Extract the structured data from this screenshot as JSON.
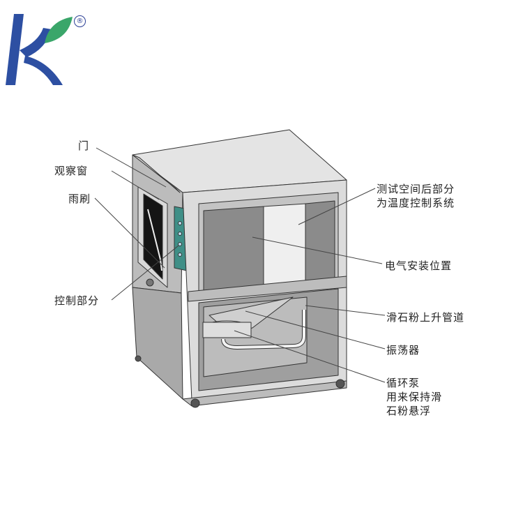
{
  "brand": {
    "letter": "K",
    "registered_mark": "®",
    "colors": {
      "letter": "#2d4fa2",
      "leaf": "#3aa66a"
    }
  },
  "callouts": {
    "door": "门",
    "window": "观察窗",
    "wiper": "雨刷",
    "control": "控制部分",
    "test_space_1": "测试空间后部分",
    "test_space_2": "为温度控制系统",
    "electrical": "电气安装位置",
    "talc_pipe": "滑石粉上升管道",
    "vibrator": "振荡器",
    "pump_1": "循环泵",
    "pump_2": "用来保持滑",
    "pump_3": "石粉悬浮"
  },
  "colors": {
    "frame_light": "#e6e6e6",
    "frame_mid": "#c9c9c9",
    "frame_dark": "#9a9a9a",
    "panel": "#8e8e8e",
    "control_panel": "#3f8f87",
    "outline": "#333333"
  }
}
